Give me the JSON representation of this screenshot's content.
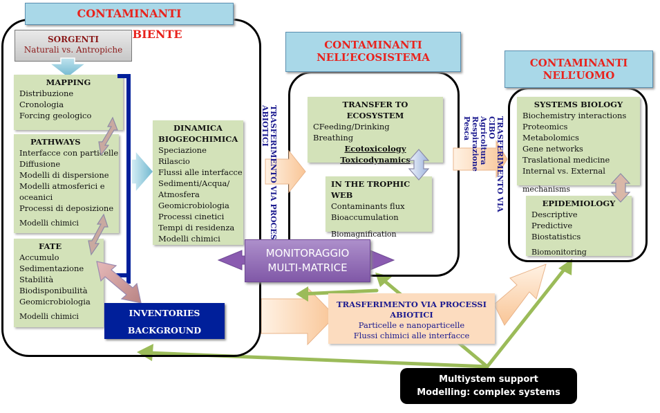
{
  "headers": {
    "ambiente": "CONTAMINANTI NELL’AMBIENTE",
    "ecosistema_line1": "CONTAMINANTI",
    "ecosistema_line2": "NELL’ECOSISTEMA",
    "uomo_line1": "CONTAMINANTI",
    "uomo_line2": "NELL’UOMO"
  },
  "sorgenti": {
    "title": "SORGENTI",
    "subtitle": "Naturali vs. Antropiche"
  },
  "mapping": {
    "title": "MAPPING",
    "items": [
      "Distribuzione",
      "Cronologia",
      "Forcing geologico"
    ]
  },
  "pathways": {
    "title": "PATHWAYS",
    "items": [
      "Interfacce con particelle",
      "Diffusione",
      "Modelli di dispersione",
      "Modelli atmosferici e",
      "oceanici",
      "Processi di deposizione"
    ],
    "footer": "Modelli chimici"
  },
  "fate": {
    "title": "FATE",
    "items": [
      "Accumulo",
      "Sedimentazione",
      "Stabilità",
      "Biodisponibuilità",
      "Geomicrobiologia"
    ],
    "footer": "Modelli chimici"
  },
  "dinamica": {
    "title_line1": "DINAMICA",
    "title_line2": "BIOGEOCHIMICA",
    "items": [
      "Speciazione",
      "Rilascio",
      "Flussi alle interfacce",
      "Sedimenti/Acqua/",
      "Atmosfera",
      "Geomicrobiologia",
      "Processi cinetici",
      "Tempi di residenza",
      "Modelli chimici"
    ]
  },
  "inventories": {
    "line1": "INVENTORIES",
    "line2": "BACKGROUND"
  },
  "vertical_left": {
    "line1": "TRASFERIMENTO VIA PROCESSI",
    "line2": "ABIOTICI"
  },
  "transfer_eco": {
    "title": "TRANSFER TO ECOSYSTEM",
    "items": [
      "CFeeding/Drinking",
      "Breathing"
    ],
    "underlined": [
      "Ecotoxicology",
      "Toxicodynamics"
    ]
  },
  "trophic": {
    "title": "IN THE TROPHIC WEB",
    "items": [
      "Contaminants flux",
      "Bioaccumulation"
    ],
    "footer": "Biomagnification"
  },
  "vertical_right": {
    "line1": "TRASFERIMENTO VIA",
    "line2": "CIBO",
    "line3": "Agricoltura",
    "line4": "Respirazione",
    "line5": "Pesca"
  },
  "systems": {
    "title": "SYSTEMS BIOLOGY",
    "items": [
      "Biochemistry interactions",
      "Proteomics",
      "Metabolomics",
      "Gene networks",
      "Traslational medicine",
      "Internal vs. External"
    ]
  },
  "mechanisms": "mechanisms",
  "epidemiology": {
    "title": "EPIDEMIOLOGY",
    "items": [
      "Descriptive",
      "Predictive",
      "Biostatistics"
    ],
    "footer": "Biomonitoring"
  },
  "monitoraggio": {
    "line1": "MONITORAGGIO",
    "line2": "MULTI-MATRICE"
  },
  "trasf_abiotici": {
    "title_line1": "TRASFERIMENTO VIA PROCESSI",
    "title_line2": "ABIOTICI",
    "items": [
      "Particelle e nanoparticelle",
      "Flussi chimici alle interfacce"
    ]
  },
  "multisystem": {
    "line1": "Multiystem support",
    "line2": "Modelling: complex systems"
  },
  "colors": {
    "header_fill": "#a9d8e8",
    "header_text": "#e8231d",
    "green_box": "#d3e2b9",
    "navy": "#001f9a",
    "purple": "#8a5bb0",
    "peach": "#fbd7b5",
    "arrow_green": "#9bbb59"
  }
}
